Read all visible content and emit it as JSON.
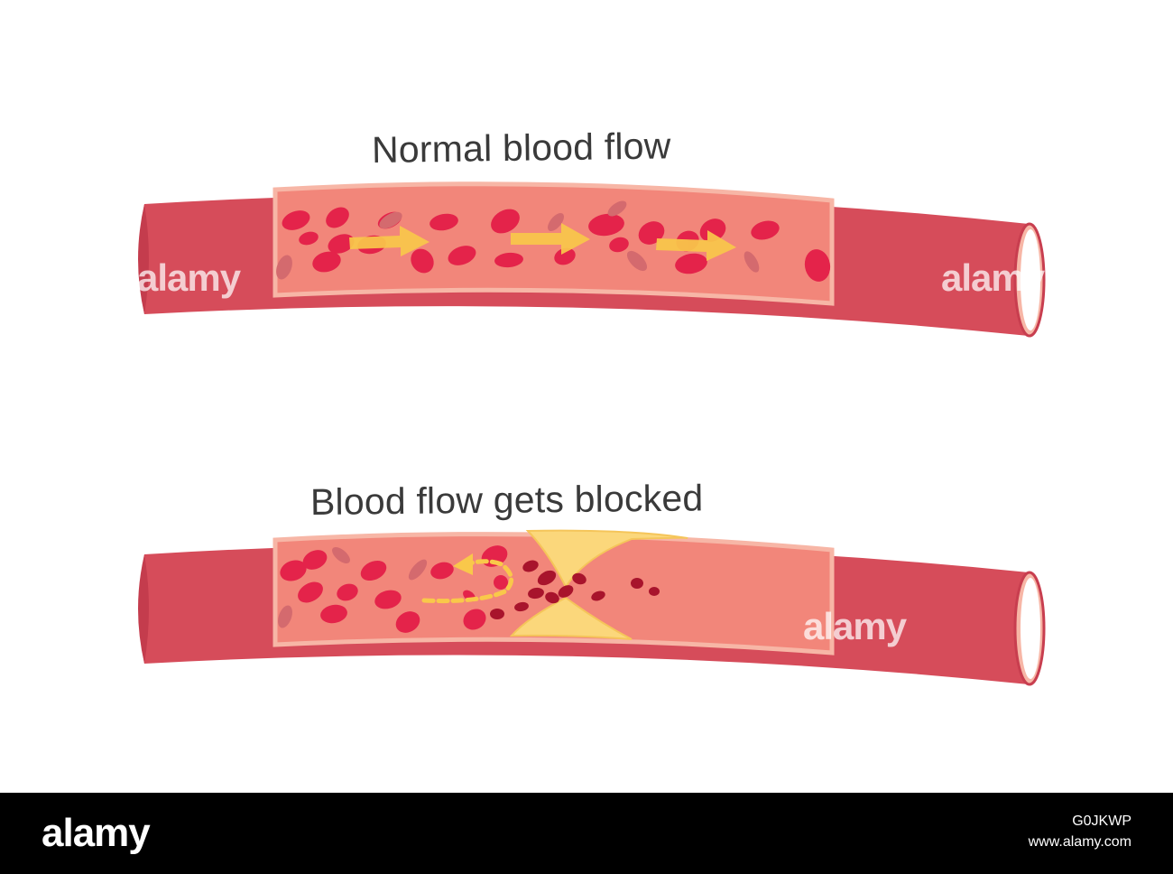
{
  "diagram": {
    "normal": {
      "heading": "Normal blood flow"
    },
    "blocked": {
      "heading": "Blood flow gets blocked"
    }
  },
  "watermark": "alamy",
  "footer": {
    "logo": "alamy",
    "image_id": "G0JKWP",
    "url": "www.alamy.com"
  },
  "colors": {
    "vessel_wall": "#d64c5a",
    "vessel_dark": "#c83e4f",
    "lumen": "#f2867a",
    "lumen_edge": "#f7b6a6",
    "red_cell": "#e4234a",
    "faded_cell": "#d46a6e",
    "clot_cell": "#a8142c",
    "plaque": "#fbd77b",
    "arrow": "#f9c84a",
    "footer_bg": "#000000"
  },
  "icons": [
    "right-arrow-icon",
    "curved-backflow-arrow-icon"
  ]
}
